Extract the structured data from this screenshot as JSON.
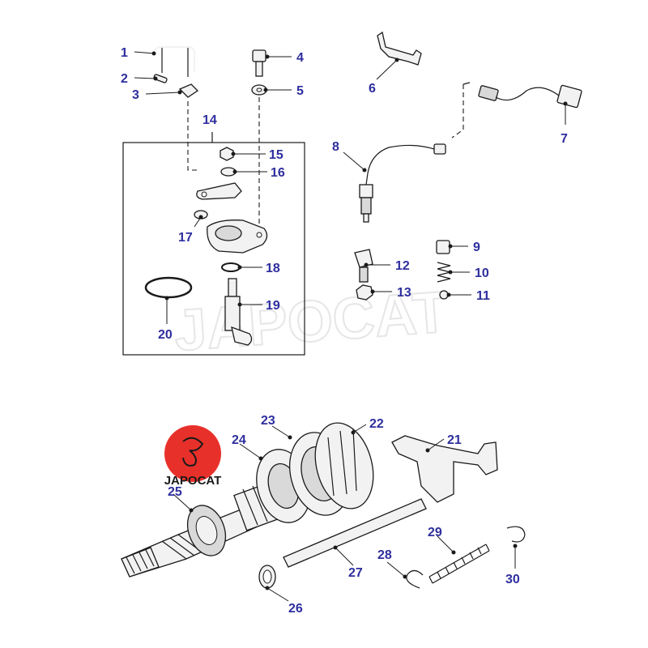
{
  "diagram": {
    "watermark_text": "JAPOCAT",
    "logo_text": "JAPOCAT",
    "callout_color": "#2e2e9e",
    "logo_color": "#e8302a",
    "callouts": [
      {
        "id": "1",
        "label": "1"
      },
      {
        "id": "2",
        "label": "2"
      },
      {
        "id": "3",
        "label": "3"
      },
      {
        "id": "4",
        "label": "4"
      },
      {
        "id": "5",
        "label": "5"
      },
      {
        "id": "6",
        "label": "6"
      },
      {
        "id": "7",
        "label": "7"
      },
      {
        "id": "8",
        "label": "8"
      },
      {
        "id": "9",
        "label": "9"
      },
      {
        "id": "10",
        "label": "10"
      },
      {
        "id": "11",
        "label": "11"
      },
      {
        "id": "12",
        "label": "12"
      },
      {
        "id": "13",
        "label": "13"
      },
      {
        "id": "14",
        "label": "14"
      },
      {
        "id": "15",
        "label": "15"
      },
      {
        "id": "16",
        "label": "16"
      },
      {
        "id": "17",
        "label": "17"
      },
      {
        "id": "18",
        "label": "18"
      },
      {
        "id": "19",
        "label": "19"
      },
      {
        "id": "20",
        "label": "20"
      },
      {
        "id": "21",
        "label": "21"
      },
      {
        "id": "22",
        "label": "22"
      },
      {
        "id": "23",
        "label": "23"
      },
      {
        "id": "24",
        "label": "24"
      },
      {
        "id": "25",
        "label": "25"
      },
      {
        "id": "26",
        "label": "26"
      },
      {
        "id": "27",
        "label": "27"
      },
      {
        "id": "28",
        "label": "28"
      },
      {
        "id": "29",
        "label": "29"
      },
      {
        "id": "30",
        "label": "30"
      }
    ]
  }
}
